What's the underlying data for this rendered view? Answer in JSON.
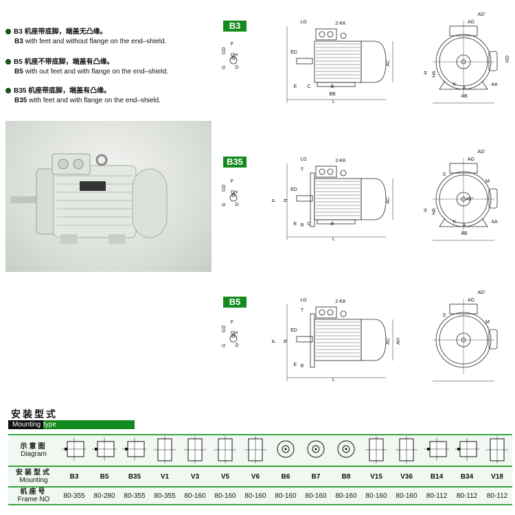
{
  "descriptions": [
    {
      "code": "B3",
      "cn": "机座带底脚，端盖无凸缘。",
      "en": "with feet and without flange on the end–shield."
    },
    {
      "code": "B5",
      "cn": "机座不带底脚，端盖有凸缘。",
      "en": "with out feet and with flange on the end–shield."
    },
    {
      "code": "B35",
      "cn": "机座带底脚，端盖有凸缘。",
      "en": "with feet and with flange on the end–shield."
    }
  ],
  "diagrams": [
    {
      "tag": "B3",
      "labels": [
        "LG",
        "2-KK",
        "ED",
        "E",
        "C",
        "B",
        "BB",
        "L",
        "AC",
        "AD'",
        "AG",
        "HD",
        "H",
        "HA",
        "K",
        "A",
        "AA",
        "AB",
        "F",
        "GD",
        "DH",
        "G",
        "D"
      ]
    },
    {
      "tag": "B35",
      "labels": [
        "LG",
        "2-KK",
        "T",
        "ED",
        "P",
        "N",
        "R",
        "E",
        "C",
        "B",
        "L",
        "AC",
        "AD'",
        "AG",
        "S",
        "M",
        "45°",
        "H",
        "HA",
        "K",
        "A",
        "AA",
        "AB",
        "F",
        "GD",
        "DH",
        "G",
        "D"
      ]
    },
    {
      "tag": "B5",
      "labels": [
        "LG",
        "2-KK",
        "T",
        "ED",
        "P",
        "N",
        "R",
        "E",
        "L",
        "AC",
        "AH",
        "AD'",
        "AG",
        "S",
        "M",
        "F",
        "GD",
        "DH",
        "G",
        "D"
      ]
    }
  ],
  "mounting": {
    "title": "安装型式",
    "bar_black": "Mounting",
    "bar_green": "type",
    "row_labels": [
      {
        "cn": "示意图",
        "en": "Diagram"
      },
      {
        "cn": "安装型式",
        "en": "Mounting"
      },
      {
        "cn": "机座号",
        "en": "Frame NO"
      }
    ],
    "types": [
      "B3",
      "B5",
      "B35",
      "V1",
      "V3",
      "V5",
      "V6",
      "B6",
      "B7",
      "B8",
      "V15",
      "V36",
      "B14",
      "B34",
      "V18"
    ],
    "frames": [
      "80-355",
      "80-280",
      "80-355",
      "80-355",
      "80-160",
      "80-160",
      "80-160",
      "80-160",
      "80-160",
      "80-160",
      "80-160",
      "80-160",
      "80-112",
      "80-112",
      "80-112"
    ]
  },
  "colors": {
    "green": "#138a1e",
    "line": "#37a33f"
  }
}
